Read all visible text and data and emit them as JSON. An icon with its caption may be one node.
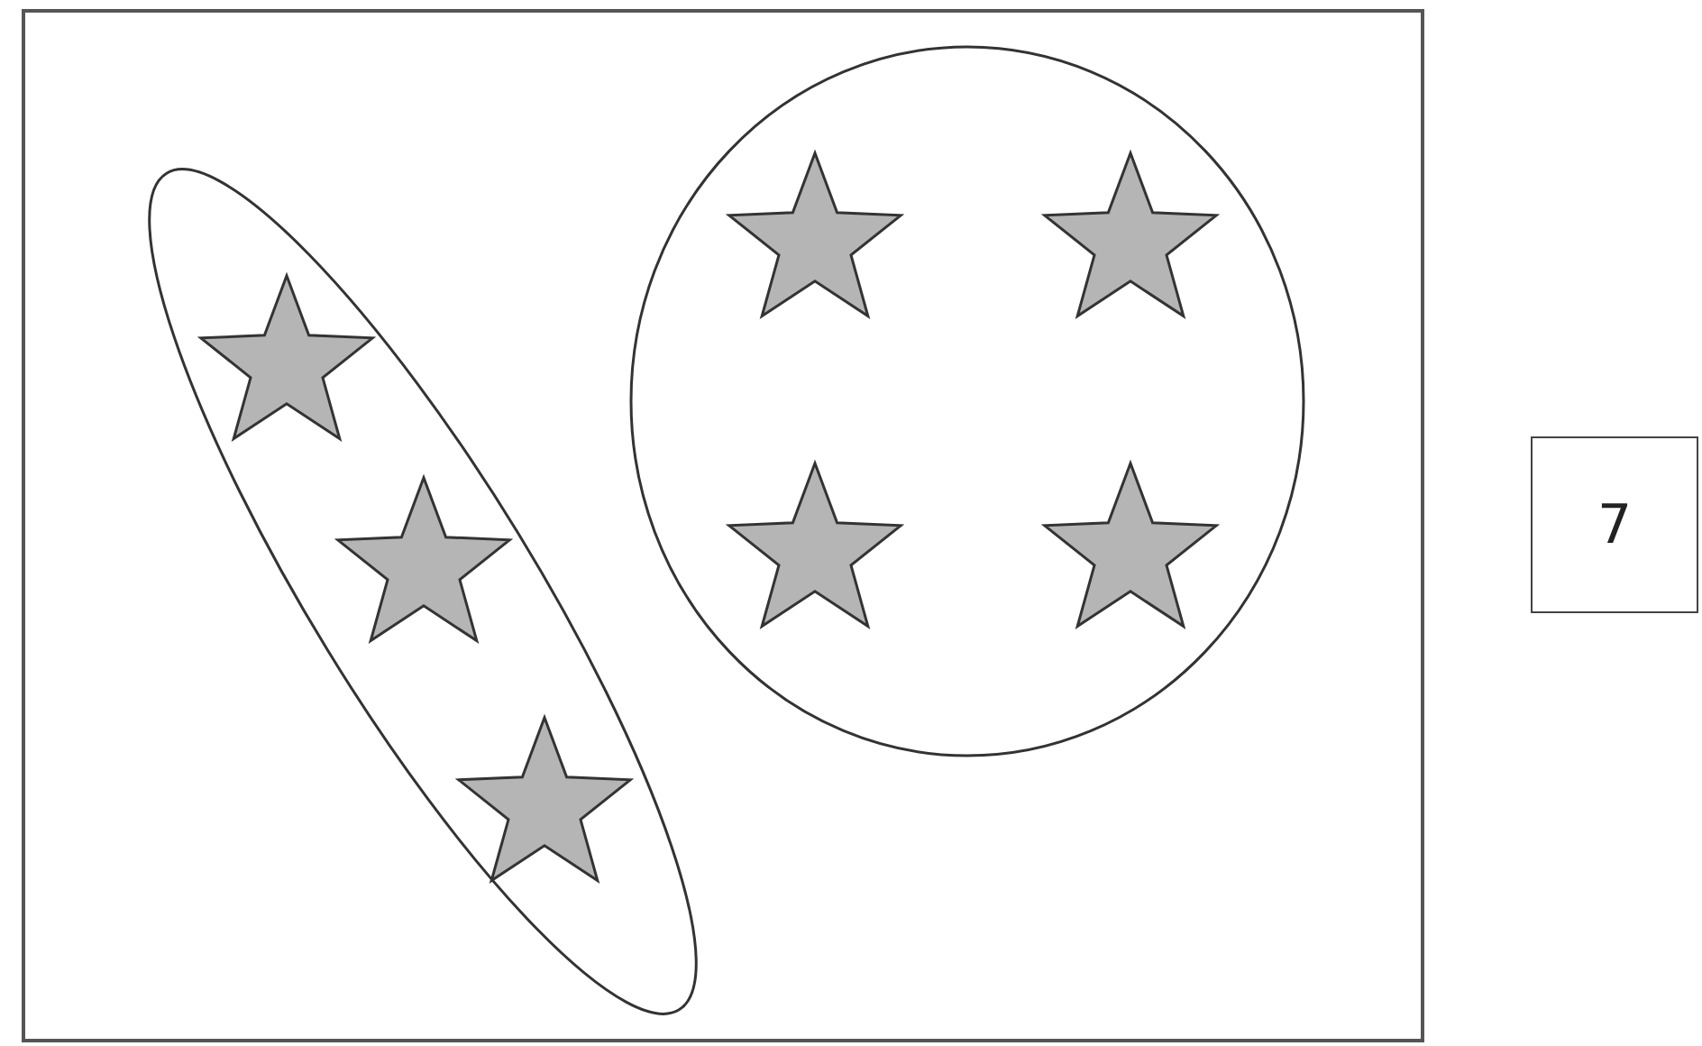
{
  "diagram": {
    "nodes": [
      {
        "text": [],
        "shape": "box"
      },
      {
        "text": [],
        "shape": "ellipse",
        "in": 0
      },
      {
        "text": [],
        "shape": "star",
        "in": 1
      },
      {
        "text": [],
        "shape": "star",
        "in": 1
      },
      {
        "text": [],
        "shape": "star",
        "in": 1
      },
      {
        "text": [],
        "shape": "circle",
        "in": 0
      },
      {
        "text": [],
        "shape": "star",
        "in": 5
      },
      {
        "text": [],
        "shape": "star",
        "in": 5
      },
      {
        "text": [],
        "shape": "star",
        "in": 5
      },
      {
        "text": [],
        "shape": "star",
        "in": 5
      },
      {
        "text": [
          "7"
        ]
      }
    ]
  }
}
